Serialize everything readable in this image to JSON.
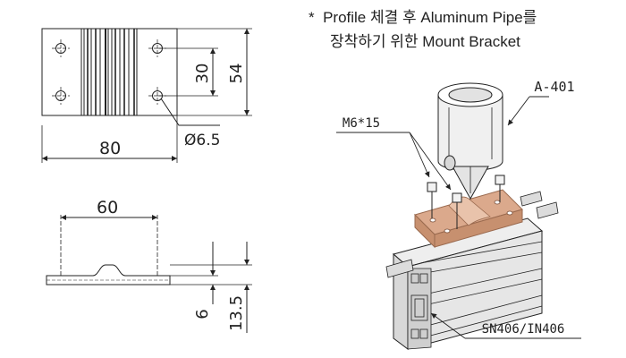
{
  "note": {
    "bullet": "*",
    "line1": "Profile 체결 후 Aluminum Pipe를",
    "line2": "장착하기 위한 Mount Bracket"
  },
  "top_view": {
    "dim_width": "80",
    "dim_hole_spacing": "30",
    "dim_height": "54",
    "dim_hole_diameter": "Ø6.5"
  },
  "side_view": {
    "dim_hole_spacing": "60",
    "dim_thickness": "6",
    "dim_total_height": "13.5"
  },
  "assembly": {
    "callout_bracket": "A-401",
    "callout_bolt": "M6*15",
    "callout_profile": "SN406/IN406"
  },
  "colors": {
    "line": "#222222",
    "bracket_fill": "#dba98c",
    "bracket_edge": "#9a6a4f",
    "profile_fill": "#e6e6e6",
    "pipe_fill": "#f2f2f2"
  }
}
